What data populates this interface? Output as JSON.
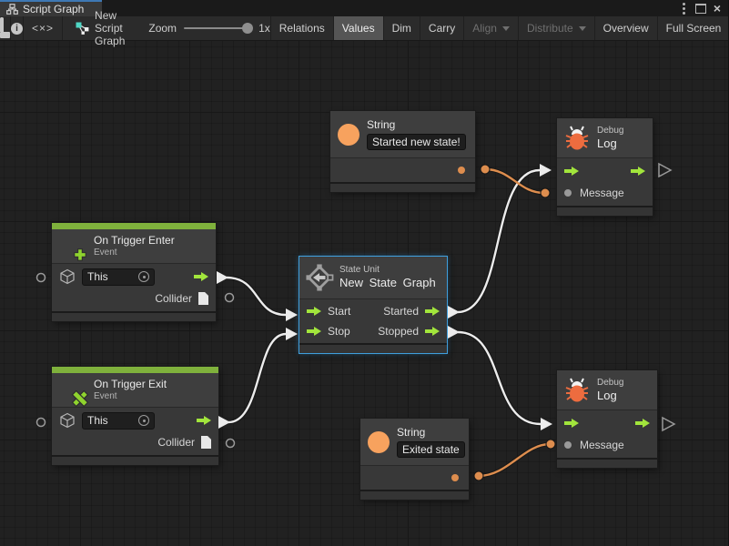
{
  "titlebar": {
    "tab_title": "Script Graph",
    "close_glyph": "×"
  },
  "toolbar": {
    "code_glyph": "<×>",
    "graph_name": "New Script Graph",
    "zoom_label": "Zoom",
    "zoom_value": "1x",
    "buttons": [
      {
        "label": "Relations",
        "state": "normal"
      },
      {
        "label": "Values",
        "state": "active"
      },
      {
        "label": "Dim",
        "state": "normal"
      },
      {
        "label": "Carry",
        "state": "normal"
      },
      {
        "label": "Align",
        "state": "disabled",
        "dropdown": true
      },
      {
        "label": "Distribute",
        "state": "disabled",
        "dropdown": true
      },
      {
        "label": "Overview",
        "state": "normal"
      },
      {
        "label": "Full Screen",
        "state": "normal"
      }
    ]
  },
  "nodes": {
    "trigger_enter": {
      "title": "On Trigger Enter",
      "subtitle": "Event",
      "target_value": "This",
      "output_label": "Collider"
    },
    "trigger_exit": {
      "title": "On Trigger Exit",
      "subtitle": "Event",
      "target_value": "This",
      "output_label": "Collider"
    },
    "state_unit": {
      "kind": "State Unit",
      "title": "New State Graph",
      "in1": "Start",
      "in2": "Stop",
      "out1": "Started",
      "out2": "Stopped"
    },
    "string_top": {
      "title": "String",
      "value": "Started new state!"
    },
    "string_bottom": {
      "title": "String",
      "value": "Exited state"
    },
    "debug_top": {
      "kind": "Debug",
      "title": "Log",
      "port": "Message"
    },
    "debug_bottom": {
      "kind": "Debug",
      "title": "Log",
      "port": "Message"
    }
  },
  "connections": [
    {
      "from": "On Trigger Enter",
      "to": "State Unit: Start",
      "type": "flow"
    },
    {
      "from": "On Trigger Exit",
      "to": "State Unit: Stop",
      "type": "flow"
    },
    {
      "from": "State Unit: Started",
      "to": "Debug Log (top)",
      "type": "flow"
    },
    {
      "from": "State Unit: Stopped",
      "to": "Debug Log (bottom)",
      "type": "flow"
    },
    {
      "from": "String 'Started new state!'",
      "to": "Debug Log (top): Message",
      "type": "value"
    },
    {
      "from": "String 'Exited state'",
      "to": "Debug Log (bottom): Message",
      "type": "value"
    }
  ],
  "colors": {
    "accent_green": "#a2e53c",
    "event_bar_green": "#7fb13c",
    "value_orange": "#dd8d4e",
    "bug_orange": "#ed6c3f",
    "selection_blue": "#3f9fdd"
  }
}
